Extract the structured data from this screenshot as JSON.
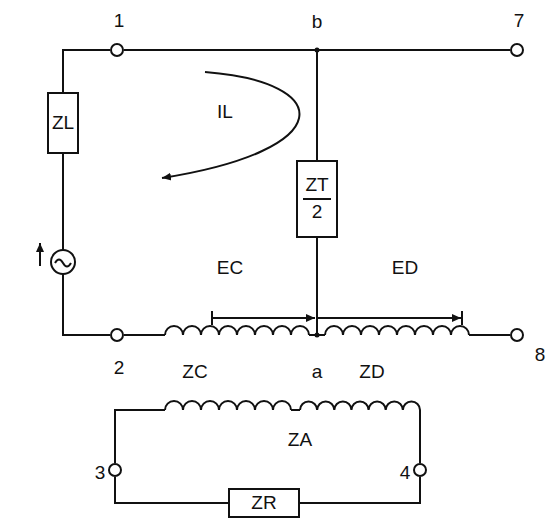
{
  "diagram": {
    "nodes": [
      {
        "text": [
          "1"
        ]
      },
      {
        "text": [
          "7"
        ]
      },
      {
        "text": [
          "ZL"
        ]
      },
      {
        "text": [
          "ZT",
          "2"
        ]
      },
      {
        "text": [
          "2"
        ]
      },
      {
        "text": [
          "8"
        ]
      },
      {
        "text": [
          "3"
        ]
      },
      {
        "text": [
          "4"
        ]
      },
      {
        "text": [
          "ZR"
        ]
      }
    ],
    "edges": [
      {
        "from": 2,
        "to": 0,
        "arrow": "none"
      },
      {
        "from": 0,
        "to": 1,
        "arrow": "none"
      },
      {
        "from": 0,
        "to": 3,
        "arrow": "none"
      },
      {
        "from": 6,
        "to": 8,
        "arrow": "none"
      },
      {
        "from": 8,
        "to": 7,
        "arrow": "none"
      }
    ],
    "labels": [
      "b",
      "IL",
      "EC",
      "ED",
      "a",
      "ZC",
      "ZD",
      "ZA"
    ]
  }
}
